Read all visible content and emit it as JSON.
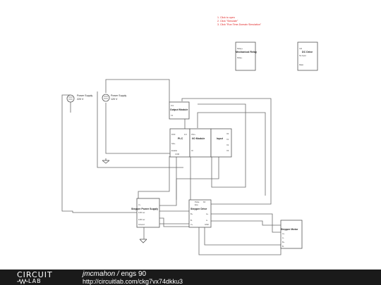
{
  "instructions": [
    "1. Click to open",
    "2. Click \"Simulate\"",
    "3. Click \"Run Time-Domain Simulation\""
  ],
  "components": {
    "mechanical_relay": {
      "title": "Mechanical Relay",
      "pins": [
        "Relay+",
        "Relay-"
      ]
    },
    "dc_drive": {
      "title": "DC Drive",
      "pins": [
        "Ctrl",
        "No Input",
        "Ratio"
      ]
    },
    "power_supply_1": {
      "title": "Power Supply",
      "value": "220 V"
    },
    "power_supply_2": {
      "title": "Power Supply",
      "value": "120 V"
    },
    "output_module": {
      "title": "Output Module",
      "pins": [
        "O/1",
        "C1"
      ]
    },
    "plc": {
      "title": "PLC",
      "pins": [
        "DO0",
        "1/4",
        "SA/+",
        "Enable",
        "COM"
      ]
    },
    "io_module": {
      "title": "I/O Module",
      "pins": [
        "OS/+",
        "IO"
      ]
    },
    "input": {
      "title": "Input",
      "pins": [
        "X0",
        "X1",
        "X2",
        "X3"
      ]
    },
    "stepper_power_supply": {
      "title": "Stepper Power Supply",
      "pins": [
        "V+",
        "115V ac",
        "115V ac",
        "Ground"
      ]
    },
    "stepper_drive": {
      "title": "Stepper Drive",
      "pins": [
        "Pulse",
        "Dir",
        "Ena",
        "A+",
        "A-",
        "B+",
        "B-",
        "V+",
        "GND"
      ]
    },
    "stepper_motor": {
      "title": "Stepper Motor",
      "pins": [
        "A+",
        "A-",
        "B+",
        "B-"
      ]
    }
  },
  "footer": {
    "logo_top": "CIRCUIT",
    "logo_bottom": "LAB",
    "author": "jmcmahon",
    "separator": " / ",
    "project": "engs 90",
    "url": "http://circuitlab.com/ckg7vx74dkku3"
  }
}
